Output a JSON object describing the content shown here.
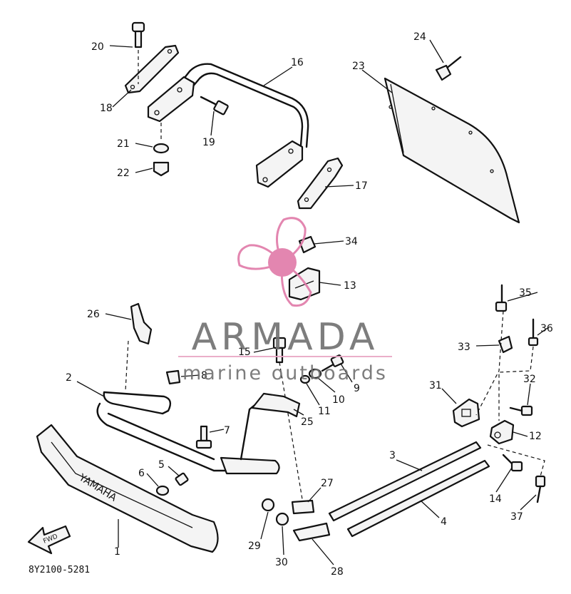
{
  "diagram": {
    "drawing_code": "8Y2100-5281",
    "direction_label": "FWD",
    "brand_mark": "YAMAHA",
    "callouts": [
      "1",
      "2",
      "3",
      "4",
      "5",
      "6",
      "7",
      "8",
      "9",
      "10",
      "11",
      "12",
      "13",
      "14",
      "15",
      "16",
      "17",
      "18",
      "19",
      "20",
      "21",
      "22",
      "23",
      "24",
      "25",
      "26",
      "27",
      "28",
      "29",
      "30",
      "31",
      "32",
      "33",
      "34",
      "35",
      "36",
      "37"
    ]
  },
  "watermark": {
    "brand": "ARMADA",
    "tagline": "marine outboards",
    "logo_color": "#e07aa8",
    "text_color": "#707070",
    "rule_color": "#e8a6c4"
  }
}
